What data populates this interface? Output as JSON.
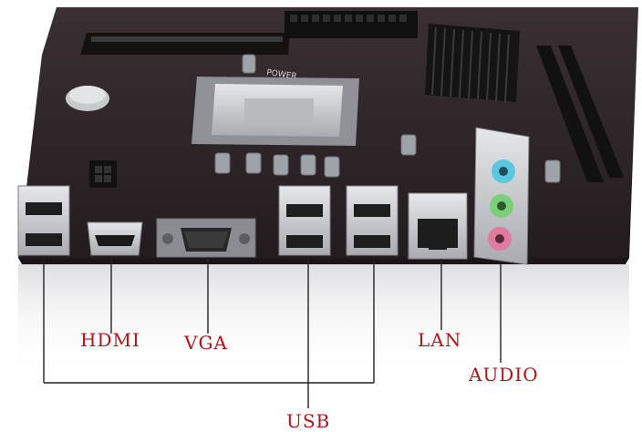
{
  "labels": {
    "hdmi": "HDMI",
    "vga": "VGA",
    "lan": "LAN",
    "audio": "AUDIO",
    "usb": "USB"
  },
  "silkscreen": {
    "power": "POWER"
  },
  "colors": {
    "label_red": "#b31217",
    "pcb": "#2a2224",
    "metal": "#c9cbcf",
    "audio_blue": "#5bc6e0",
    "audio_green": "#7ccf7a",
    "audio_pink": "#e07aa0"
  }
}
